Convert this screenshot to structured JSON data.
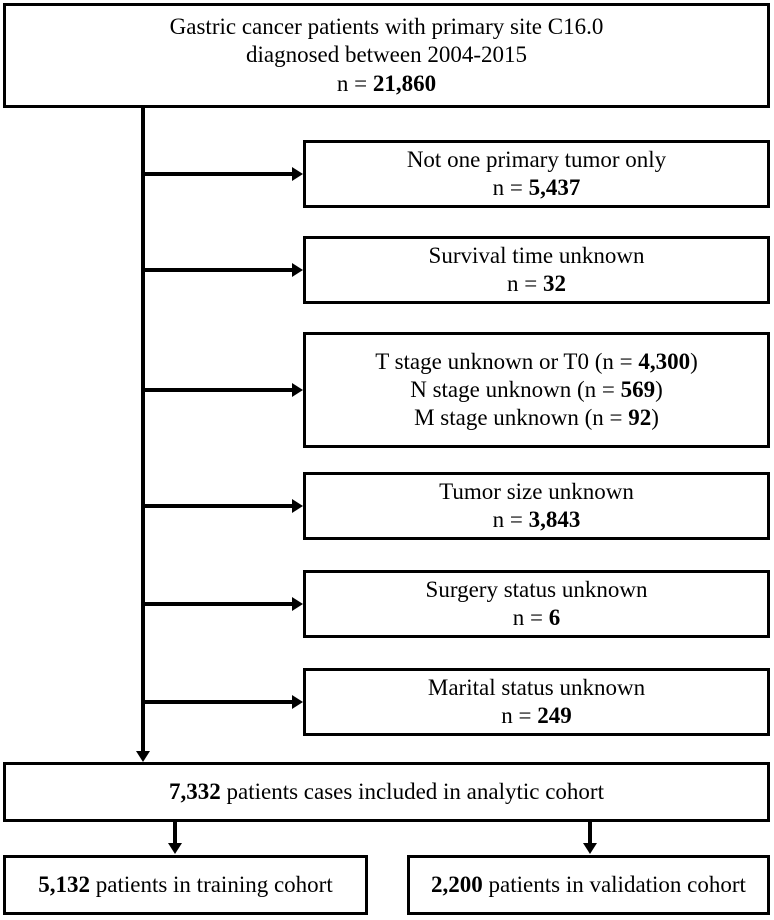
{
  "figure": {
    "type": "patient-selection-flowchart",
    "background_color": "#ffffff",
    "line_color": "#000000"
  },
  "source_box": {
    "line1": "Gastric cancer patients with primary site C16.0",
    "line2": "diagnosed between 2004-2015",
    "count_prefix": "n = ",
    "count_value": "21,860"
  },
  "exclusions": [
    {
      "label": "Not one primary tumor only",
      "count_prefix": "n = ",
      "count_value": "5,437"
    },
    {
      "label": "Survival time unknown",
      "count_prefix": "n = ",
      "count_value": "32"
    },
    {
      "line1_prefix": "T stage unknown or T0 (n = ",
      "line1_value": "4,300",
      "line1_suffix": ")",
      "line2_prefix": "N stage unknown (n = ",
      "line2_value": "569",
      "line2_suffix": ")",
      "line3_prefix": "M stage unknown (n = ",
      "line3_value": "92",
      "line3_suffix": ")"
    },
    {
      "label": "Tumor size unknown",
      "count_prefix": "n = ",
      "count_value": "3,843"
    },
    {
      "label": "Surgery status unknown",
      "count_prefix": "n = ",
      "count_value": "6"
    },
    {
      "label": "Marital status unknown",
      "count_prefix": "n = ",
      "count_value": "249"
    }
  ],
  "analytic_cohort": {
    "count_value": "7,332",
    "label": " patients cases included in analytic cohort"
  },
  "training_cohort": {
    "count_value": "5,132",
    "label": " patients in training cohort"
  },
  "validation_cohort": {
    "count_value": "2,200",
    "label": " patients in validation cohort"
  }
}
